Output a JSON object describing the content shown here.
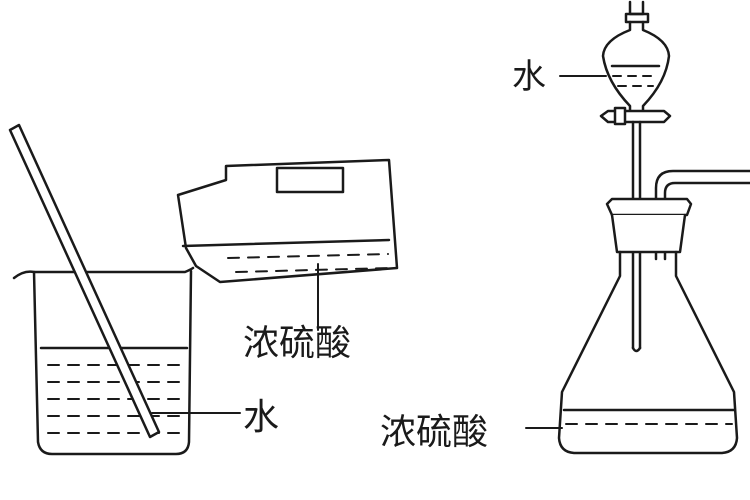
{
  "labels": {
    "water_funnel": "水",
    "acid_bottle": "浓硫酸",
    "water_beaker": "水",
    "acid_flask": "浓硫酸"
  },
  "colors": {
    "stroke": "#1a1a1a",
    "background": "#ffffff"
  }
}
